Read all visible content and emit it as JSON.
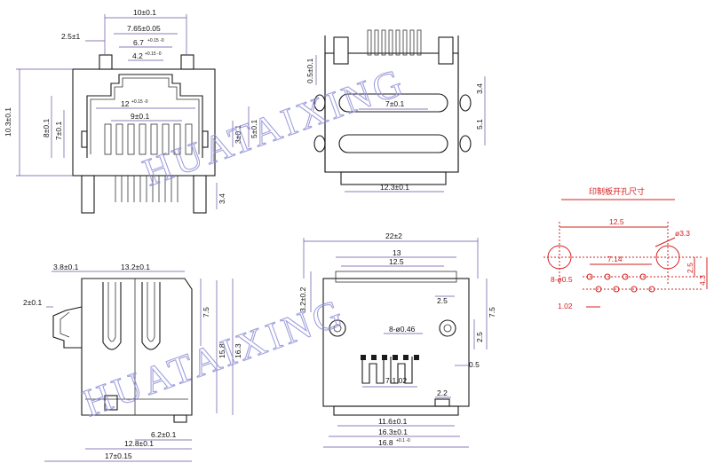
{
  "watermark": "HUATAIXING",
  "colors": {
    "dimension": "#6a4fa0",
    "pcb": "#d42020",
    "watermark": "#9090d8",
    "outline": "#1a1a1a"
  },
  "front_view": {
    "dims": {
      "width_total": "10±0.1",
      "width_inner": "7.65±0.05",
      "slot": "6.7",
      "slot_tol": "+0.15 -0",
      "inner_top": "4.2",
      "inner_top_tol": "+0.15 -0",
      "pin_offset": "2.5±1",
      "height_total": "10.3±0.1",
      "height_8": "8±0.1",
      "height_7": "7±0.1",
      "width_12": "12",
      "width_12_tol": "+0.15 -0",
      "width_9": "9±0.1",
      "h_3": "3±0.1",
      "h_5": "5±0.1",
      "pin_3_4": "3.4"
    }
  },
  "back_view": {
    "dims": {
      "top_gap": "0.5±0.1",
      "slot_7": "7±0.1",
      "h_3_4": "3.4",
      "h_5_1": "5.1",
      "width_12_3": "12.3±0.1"
    }
  },
  "side_view": {
    "dims": {
      "d_3_8": "3.8±0.1",
      "d_13_2": "13.2±0.1",
      "d_2": "2±0.1",
      "h_7_5": "7.5",
      "h_15_8": "15.8",
      "h_16_3": "16.3",
      "d_6_2": "6.2±0.1",
      "d_12_8": "12.8±0.1",
      "d_17": "17±0.15"
    }
  },
  "bottom_view": {
    "dims": {
      "w_22": "22±2",
      "w_13": "13",
      "w_12_5": "12.5",
      "h_3_2": "3.2±0.2",
      "d_2_5": "2.5",
      "h_7_5": "7.5",
      "holes": "8-ø0.46",
      "h_2_5": "2.5",
      "d_0_5": "0.5",
      "pitch": "7-1.02",
      "d_2_2": "2.2",
      "w_11_6": "11.6±0.1",
      "w_16_3": "16.3±0.1",
      "w_16_8": "16.8",
      "w_16_8_tol": "+0.1 -0"
    }
  },
  "pcb_layout": {
    "title": "印制板开孔尺寸",
    "dims": {
      "spacing": "12.5",
      "big_hole": "ø3.3",
      "pin_holes": "8-ø0.5",
      "span": "7.14",
      "row_pitch": "1.02",
      "v_2_5": "2.5",
      "v_4_3": "4.3"
    }
  }
}
